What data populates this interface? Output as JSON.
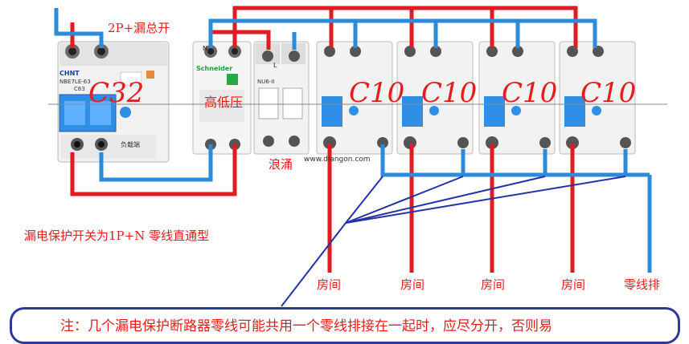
{
  "labels": {
    "main_switch": "2P+漏总开",
    "main_rating": "C32",
    "voltage_protector": "高低压",
    "surge_protector": "浪涌",
    "branch_ratings": [
      "C10",
      "C10",
      "C10",
      "C10"
    ],
    "rcd_note": "漏电保护开关为1P+N 零线直通型",
    "room_label": "房间",
    "neutral_bar": "零线排",
    "website": "www.diangon.com",
    "bottom_note": "注：几个漏电保护断路器零线可能共用一个零线排接在一起时，应尽分开，否则易"
  },
  "device_text": {
    "brand": "CHNT",
    "main_model": "NBE7LE-63",
    "main_spec": "C63",
    "protector_brand": "Schneider",
    "protector_model": "NU6-II",
    "load_side": "负载端",
    "terminal_n": "N",
    "terminal_l": "L"
  },
  "colors": {
    "live_wire": "#e21a22",
    "neutral_wire": "#2b8bd8",
    "annotation_line": "#2233a8",
    "label_red": "#e0201c",
    "breaker_body": "#efefef",
    "lever_blue": "#2f8fe6"
  }
}
